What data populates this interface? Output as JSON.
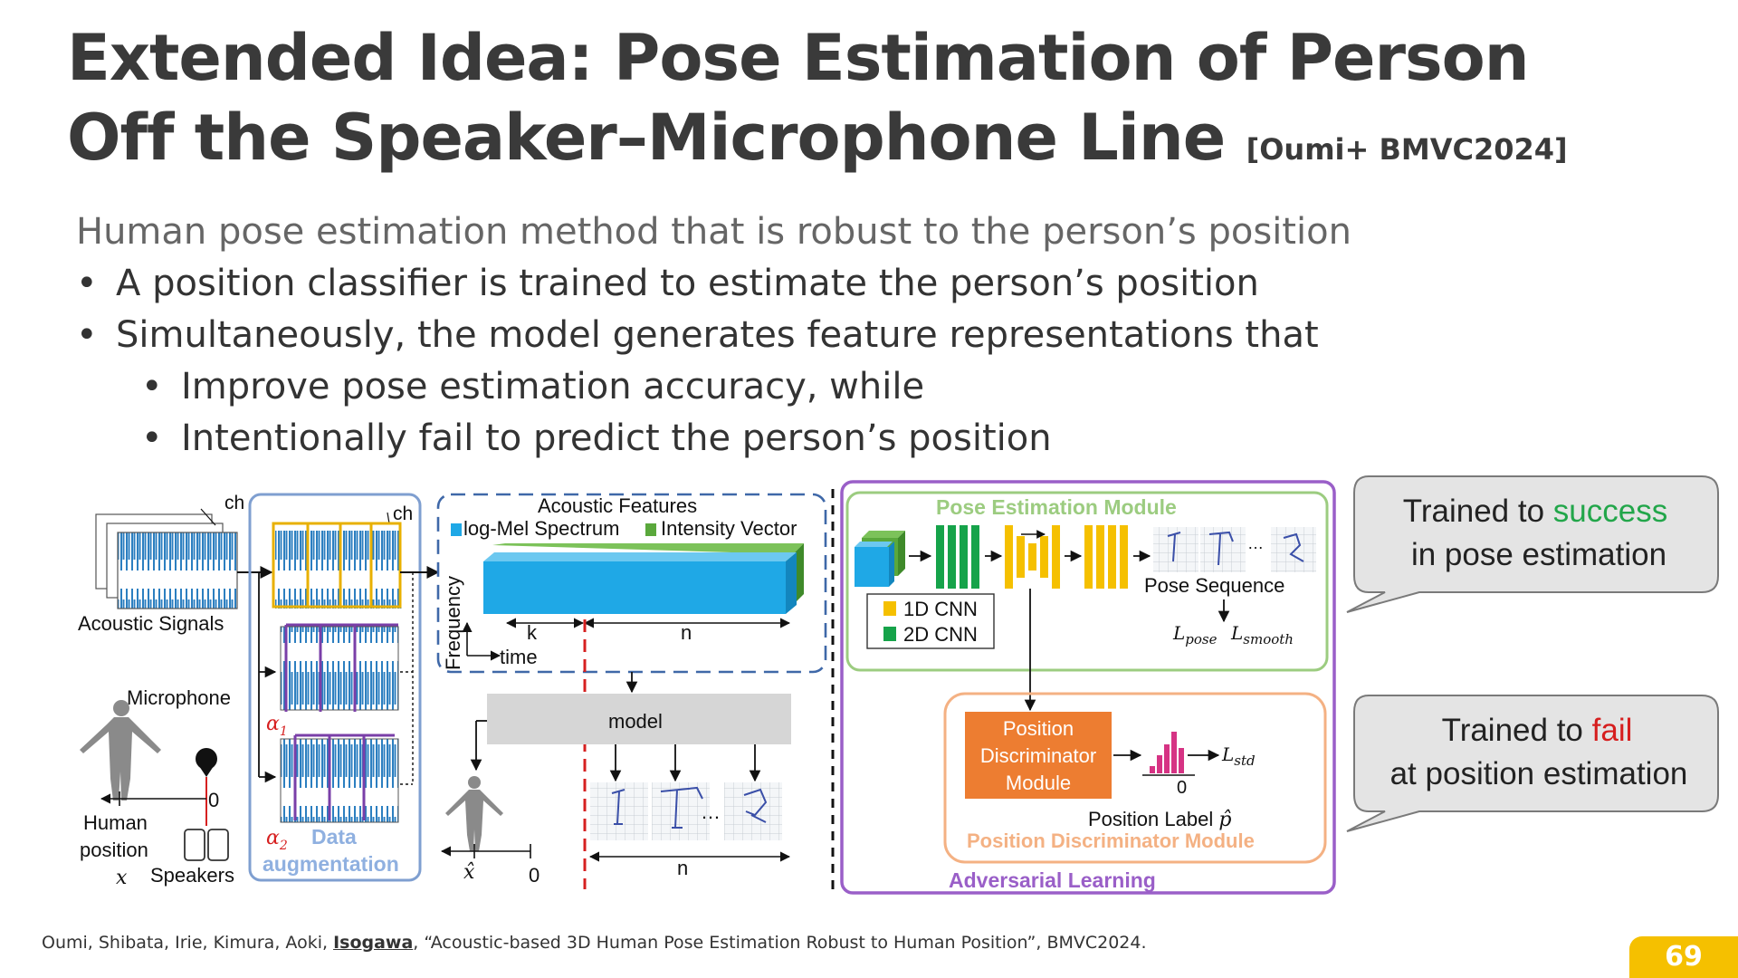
{
  "slide": {
    "title_line1": "Extended Idea: Pose Estimation of Person",
    "title_line2": "Off the Speaker–Microphone Line",
    "title_ref": "[Oumi+ BMVC2024]",
    "lead": "Human pose estimation method that is robust to the person’s position",
    "bullets": [
      "A position classifier is trained to estimate the person’s position",
      "Simultaneously, the model generates feature representations that"
    ],
    "subbullets": [
      "Improve pose estimation accuracy, while",
      "Intentionally fail to predict the person’s position"
    ],
    "bullet_glyph": "•",
    "footer": {
      "authors": "Oumi, Shibata, Irie, Kimura, Aoki, ",
      "highlight_author": "Isogawa",
      "rest": ", “Acoustic-based 3D Human Pose Estimation Robust to Human Position”, BMVC2024."
    },
    "page_number": "69"
  },
  "diagram": {
    "ch_label": "ch",
    "acoustic_signals": "Acoustic Signals",
    "microphone": "Microphone",
    "human_position_l1": "Human",
    "human_position_l2": "position",
    "x_symbol": "x",
    "zero": "0",
    "speakers": "Speakers",
    "alpha1": "α",
    "alpha1_sub": "1",
    "alpha2": "α",
    "alpha2_sub": "2",
    "data_aug_l1": "Data",
    "data_aug_l2": "augmentation",
    "acoustic_features": "Acoustic Features",
    "log_mel": "log-Mel Spectrum",
    "intensity_vector": "Intensity Vector",
    "frequency": "Frequency",
    "time": "time",
    "k": "k",
    "n": "n",
    "model": "model",
    "dots": "…",
    "x_hat": "x̂",
    "pose_module": "Pose Estimation Module",
    "cnn1d": "1D CNN",
    "cnn2d": "2D CNN",
    "pose_sequence": "Pose Sequence",
    "loss_pose_L": "L",
    "loss_pose_sub": "pose",
    "loss_smooth_L": "L",
    "loss_smooth_sub": "smooth",
    "pos_disc_l1": "Position",
    "pos_disc_l2": "Discriminator",
    "pos_disc_l3": "Module",
    "loss_std_L": "L",
    "loss_std_sub": "std",
    "position_label": "Position Label",
    "p_hat": "p̂",
    "pos_disc_module_title": "Position Discriminator Module",
    "adversarial": "Adversarial Learning"
  },
  "callouts": {
    "top_prefix": "Trained to ",
    "top_word": "success",
    "top_line2": "in pose estimation",
    "bottom_prefix": "Trained to ",
    "bottom_word": "fail",
    "bottom_line2": "at position estimation"
  },
  "colors": {
    "title": "#3a3a3a",
    "aug_box": "#7f9fd0",
    "aug_text": "#8fb0e0",
    "features_box": "#3f68a8",
    "cyan": "#1fa8e6",
    "green": "#5aa83c",
    "pose_module": "#9ccc80",
    "cnn_yellow": "#f5c000",
    "cnn_green": "#16a34a",
    "disc_orange": "#ed7d31",
    "disc_module": "#f4b183",
    "adversarial": "#9a5fc8",
    "red_dash": "#d62020",
    "success": "#22a64a",
    "fail": "#d61e1e",
    "page_badge": "#f5c000"
  }
}
